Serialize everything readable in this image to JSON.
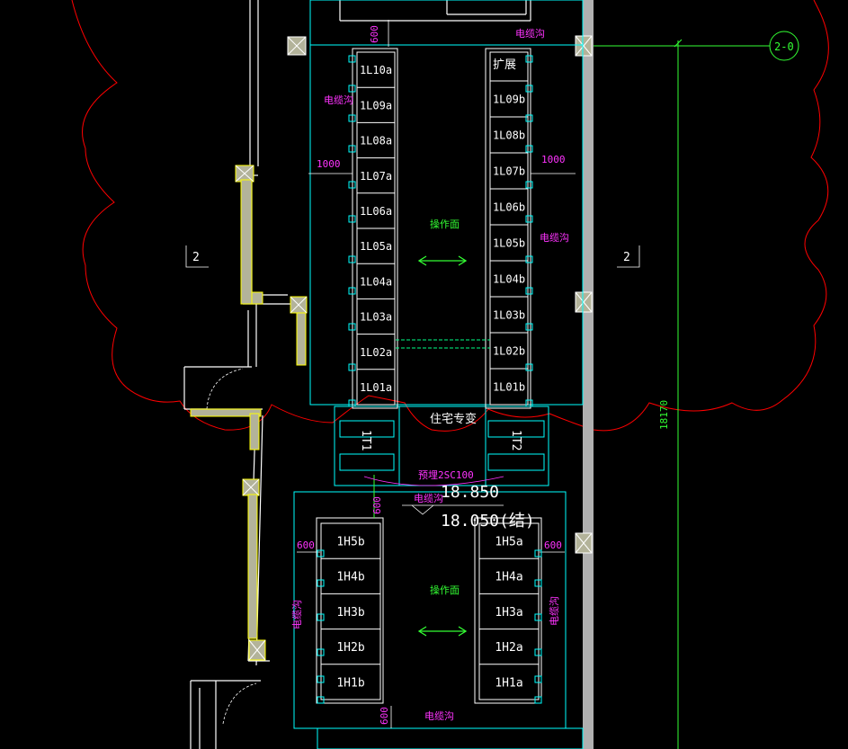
{
  "labels": {
    "grid_bubble": "2-0",
    "section_mark_left": "2",
    "section_mark_right": "2",
    "dim_vertical": "18170",
    "room_name": "住宅专变",
    "elev_top": "18.850",
    "elev_bottom": "18.050(结)",
    "conduit_note": "预埋2SC100",
    "cable_trench": "电缆沟",
    "operation_face": "操作面",
    "expansion": "扩展",
    "dim_600": "600",
    "dim_1000": "1000",
    "transformer_1": "1T1",
    "transformer_2": "1T2"
  },
  "panels": {
    "low_left": [
      "1L10a",
      "1L09a",
      "1L08a",
      "1L07a",
      "1L06a",
      "1L05a",
      "1L04a",
      "1L03a",
      "1L02a",
      "1L01a"
    ],
    "low_right": [
      "1L09b",
      "1L08b",
      "1L07b",
      "1L06b",
      "1L05b",
      "1L04b",
      "1L03b",
      "1L02b",
      "1L01b"
    ],
    "high_left": [
      "1H5b",
      "1H4b",
      "1H3b",
      "1H2b",
      "1H1b"
    ],
    "high_right": [
      "1H5a",
      "1H4a",
      "1H3a",
      "1H2a",
      "1H1a"
    ]
  },
  "colors": {
    "background": "#000000",
    "wall": "#ffffff",
    "outline": "#00ffff",
    "revision_cloud": "#ff0000",
    "text_magenta": "#ff33ff",
    "text_green": "#33ff33",
    "wall_fill": "#b3b39a",
    "highlight": "#ffff00"
  }
}
